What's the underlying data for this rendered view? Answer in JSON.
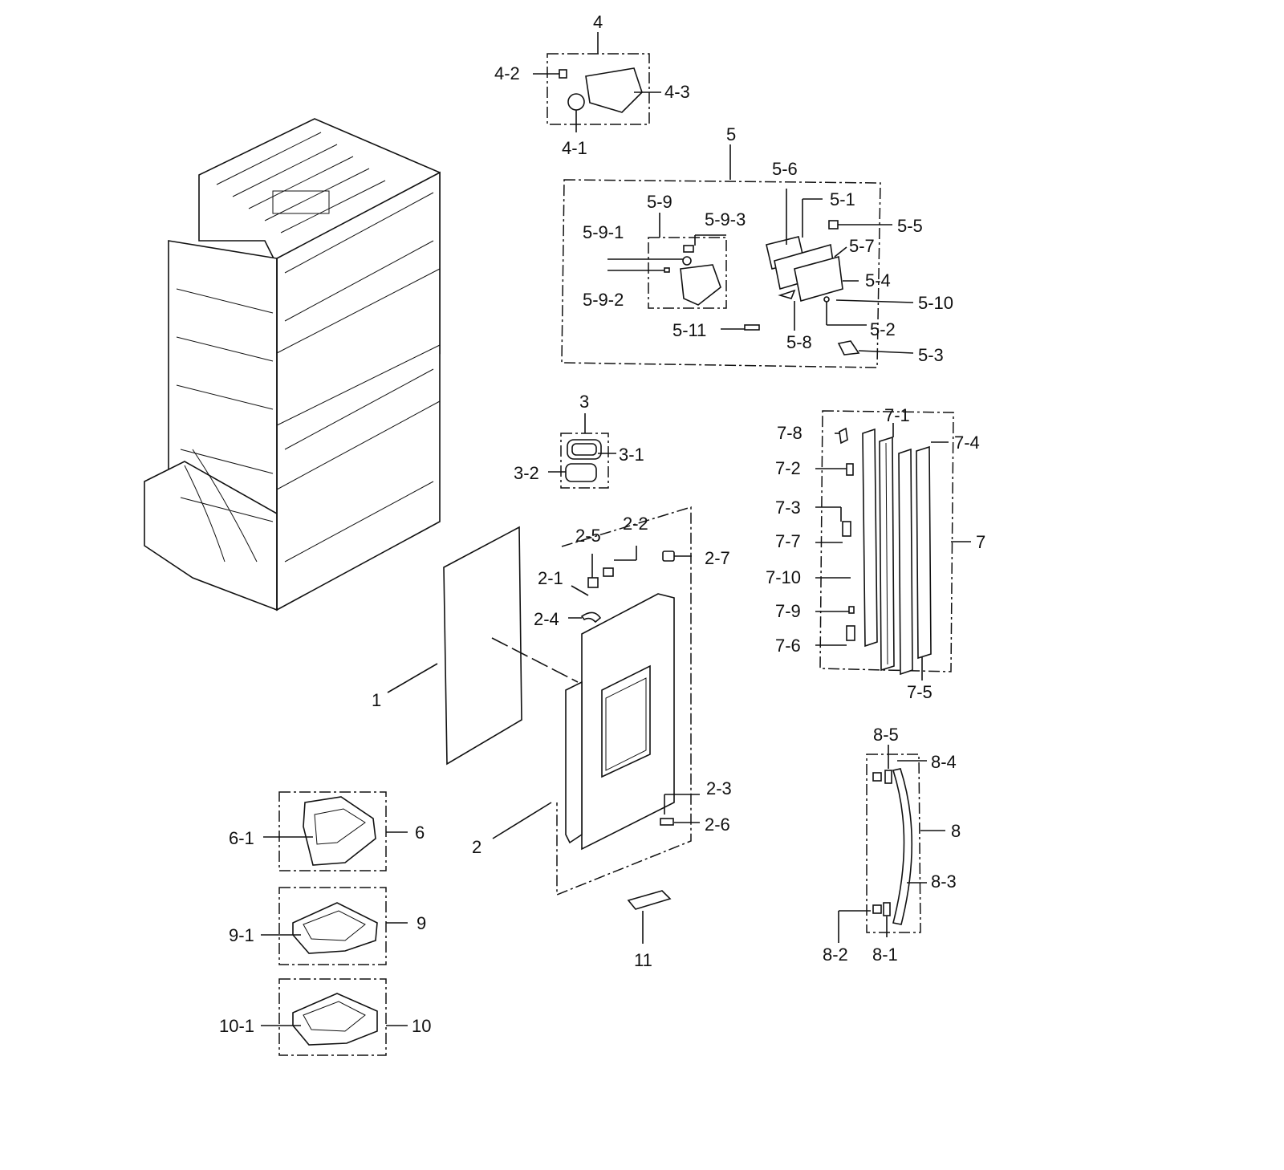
{
  "labels": {
    "l4": "4",
    "l4_1": "4-1",
    "l4_2": "4-2",
    "l4_3": "4-3",
    "l5": "5",
    "l5_1": "5-1",
    "l5_2": "5-2",
    "l5_3": "5-3",
    "l5_4": "5-4",
    "l5_5": "5-5",
    "l5_6": "5-6",
    "l5_7": "5-7",
    "l5_8": "5-8",
    "l5_9": "5-9",
    "l5_9_1": "5-9-1",
    "l5_9_2": "5-9-2",
    "l5_9_3": "5-9-3",
    "l5_10": "5-10",
    "l5_11": "5-11",
    "l3": "3",
    "l3_1": "3-1",
    "l3_2": "3-2",
    "l1": "1",
    "l2": "2",
    "l2_1": "2-1",
    "l2_2": "2-2",
    "l2_3": "2-3",
    "l2_4": "2-4",
    "l2_5": "2-5",
    "l2_6": "2-6",
    "l2_7": "2-7",
    "l6": "6",
    "l6_1": "6-1",
    "l7": "7",
    "l7_1": "7-1",
    "l7_2": "7-2",
    "l7_3": "7-3",
    "l7_4": "7-4",
    "l7_5": "7-5",
    "l7_6": "7-6",
    "l7_7": "7-7",
    "l7_8": "7-8",
    "l7_9": "7-9",
    "l7_10": "7-10",
    "l8": "8",
    "l8_1": "8-1",
    "l8_2": "8-2",
    "l8_3": "8-3",
    "l8_4": "8-4",
    "l8_5": "8-5",
    "l9": "9",
    "l9_1": "9-1",
    "l10": "10",
    "l10_1": "10-1",
    "l11": "11"
  }
}
